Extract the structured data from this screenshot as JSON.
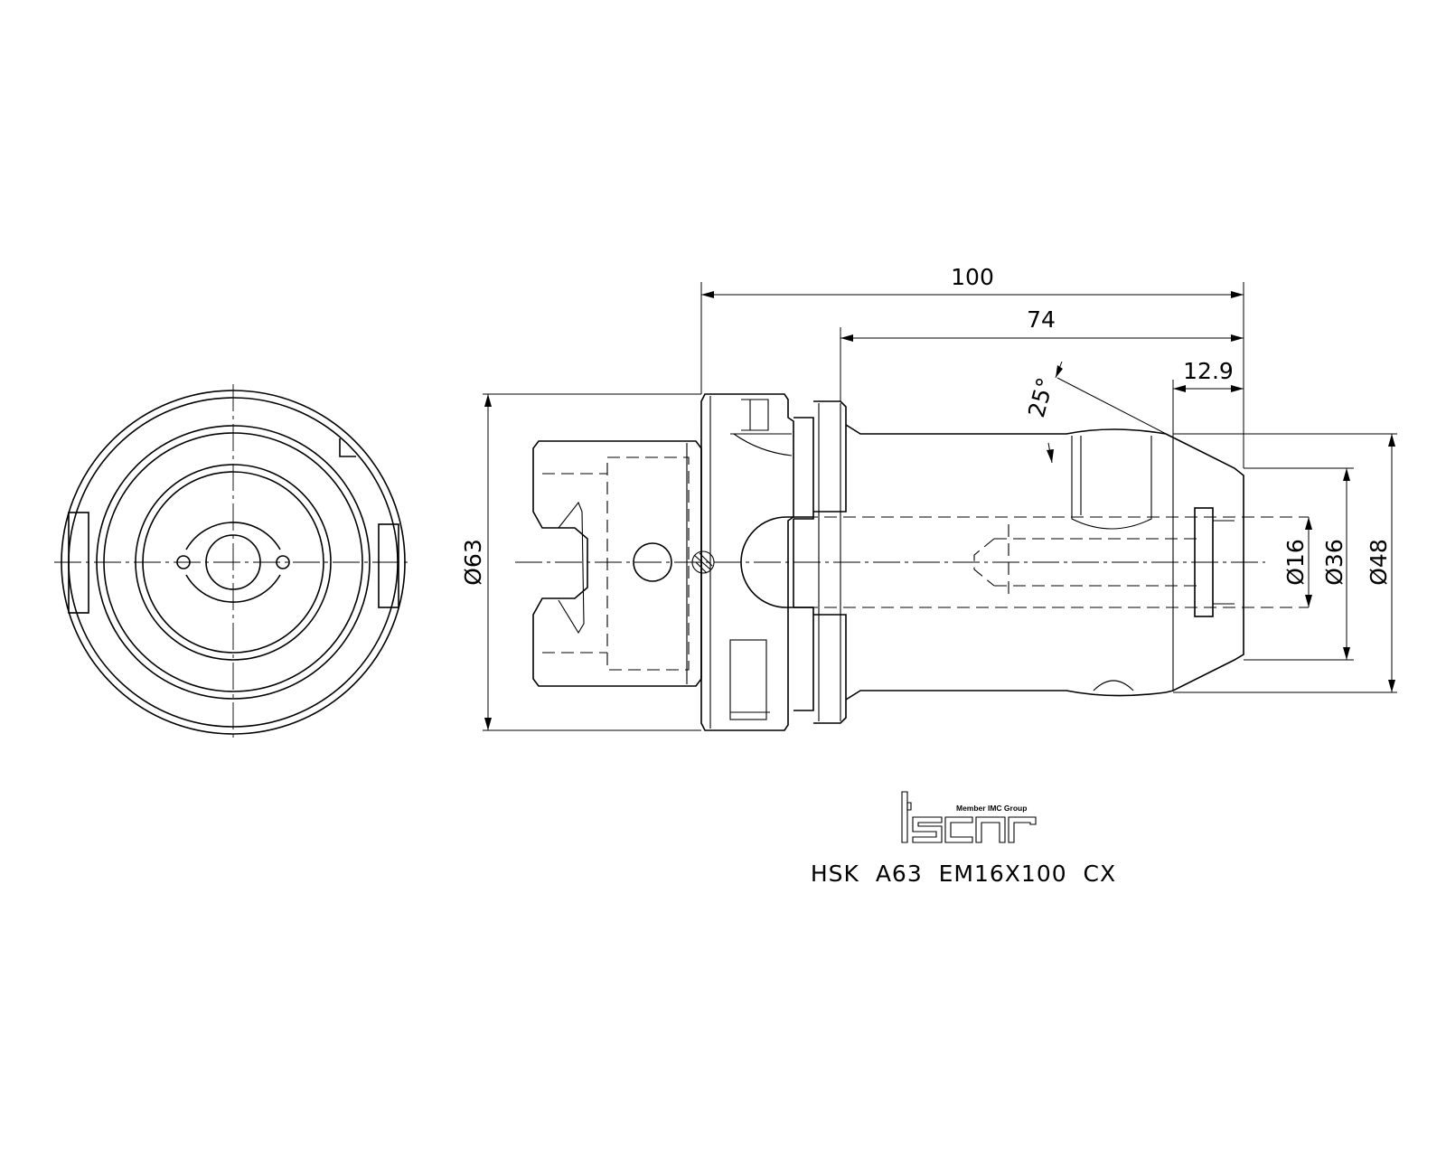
{
  "dimensions": {
    "overall_length": "100",
    "body_length": "74",
    "nose_length": "12.9",
    "angle": "25°",
    "flange_diameter": "Ø63",
    "bore_diameter": "Ø16",
    "mid_diameter": "Ø36",
    "nose_diameter": "Ø48"
  },
  "logo": {
    "brand": "iscar",
    "tagline": "Member IMC Group"
  },
  "product_code": "HSK  A63  EM16X100  CX"
}
